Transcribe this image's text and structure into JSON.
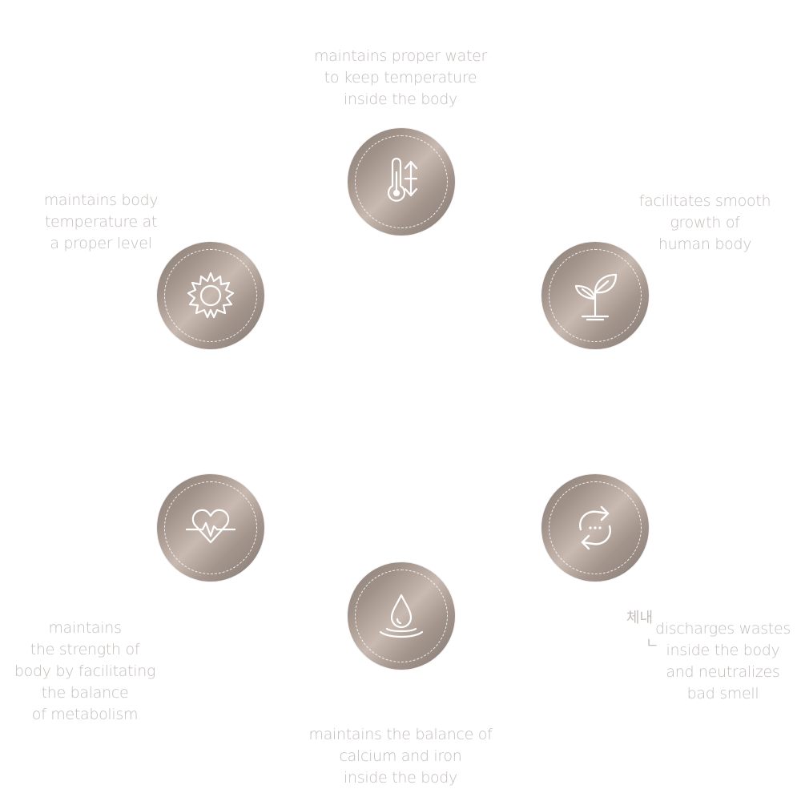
{
  "items": [
    {
      "icon": "thermometer-arrows-icon",
      "lines": [
        "maintains proper water",
        "to keep temperature",
        "inside the body"
      ]
    },
    {
      "icon": "sprout-icon",
      "lines": [
        "facilitates smooth",
        "growth of",
        "human body"
      ]
    },
    {
      "icon": "recycle-arrows-icon",
      "lines": [
        "discharges wastes",
        "inside the body",
        "and neutralizes",
        "bad smell"
      ]
    },
    {
      "icon": "water-drop-icon",
      "lines": [
        "maintains the balance of",
        "calcium and iron",
        "inside the body"
      ]
    },
    {
      "icon": "heartbeat-icon",
      "lines": [
        "maintains",
        "the strength of",
        "body by facilitating",
        "the balance",
        "of metabolism"
      ]
    },
    {
      "icon": "sun-icon",
      "lines": [
        "maintains body",
        "temperature at",
        "a proper level"
      ]
    }
  ],
  "stray_text": [
    "체내",
    "ㄴ"
  ],
  "colors": {
    "circle": "#a09289",
    "text": "#c4bfbc"
  }
}
